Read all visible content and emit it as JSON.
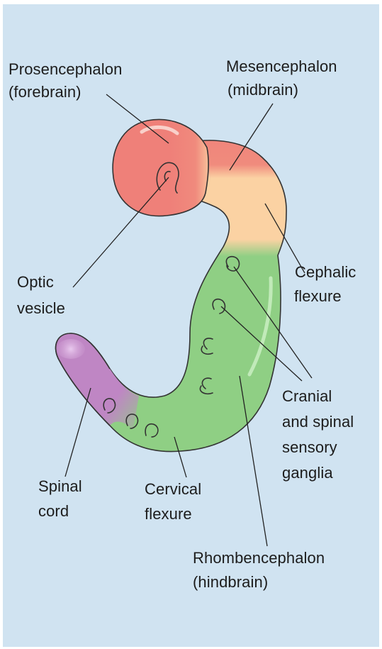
{
  "labels": {
    "prosencephalon": "Prosencephalon",
    "forebrain": "(forebrain)",
    "mesencephalon": "Mesencephalon",
    "midbrain": "(midbrain)",
    "optic": "Optic",
    "vesicle": "vesicle",
    "cephalic": "Cephalic",
    "flexure_cephalic": "flexure",
    "cranial": "Cranial",
    "and_spinal": "and spinal",
    "sensory": "sensory",
    "ganglia": "ganglia",
    "spinal": "Spinal",
    "cord": "cord",
    "cervical": "Cervical",
    "flexure_cervical": "flexure",
    "rhombencephalon": "Rhombencephalon",
    "hindbrain": "(hindbrain)"
  },
  "colors": {
    "background": "#d0e3f1",
    "forebrain": "#ef8079",
    "midbrain": "#fbd2a3",
    "hindbrain": "#8fcf84",
    "spinal_cord": "#bf86c4",
    "outline": "#333333"
  }
}
